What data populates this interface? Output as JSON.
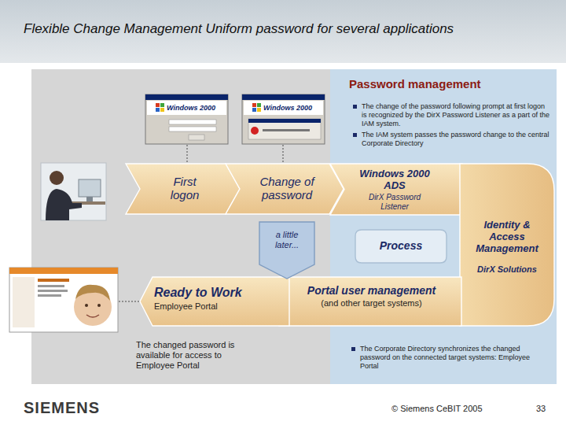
{
  "diagram": {
    "title": "Flexible Change Management Uniform password for several applications",
    "nodes": [
      {
        "text": [
          "Password management",
          "The change of the password following prompt at first logon is recognized by the DirX Password Listener as a part of the IAM system.",
          "The IAM system passes the password change to the central Corporate Directory",
          "The Corporate Directory synchronizes the changed password on the connected target systems: Employee Portal"
        ]
      },
      {
        "text": [
          "First logon"
        ]
      },
      {
        "text": [
          "Change of password"
        ]
      },
      {
        "text": [
          "Windows 2000 ADS",
          "DirX Password Listener"
        ],
        "in": 0
      },
      {
        "text": [
          "Process"
        ],
        "in": 0
      },
      {
        "text": [
          "Identity & Access Management",
          "DirX Solutions"
        ],
        "in": 0
      },
      {
        "text": [
          "Portal user management",
          "(and other target systems)"
        ]
      },
      {
        "text": [
          "Ready to Work",
          "Employee Portal"
        ]
      },
      {
        "text": [
          "a little later..."
        ]
      }
    ],
    "labels": [
      "Windows 2000",
      "Windows 2000",
      "The changed password is available for access to Employee Portal",
      "SIEMENS",
      "© Siemens CeBIT 2005",
      "33"
    ]
  }
}
